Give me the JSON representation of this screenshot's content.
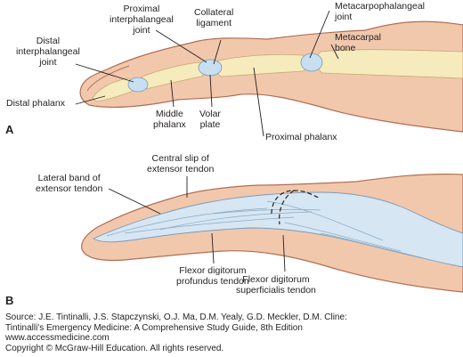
{
  "panel_a": {
    "letter": "A",
    "labels": {
      "proximal_ip_joint": [
        "Proximal",
        "interphalangeal",
        "joint"
      ],
      "collateral_ligament": [
        "Collateral",
        "ligament"
      ],
      "mcp_joint": [
        "Metacarpophalangeal",
        "joint"
      ],
      "distal_ip_joint": [
        "Distal",
        "interphalangeal",
        "joint"
      ],
      "metacarpal_bone": [
        "Metacarpal",
        "bone"
      ],
      "distal_phalanx": "Distal phalanx",
      "middle_phalanx": [
        "Middle",
        "phalanx"
      ],
      "volar_plate": [
        "Volar",
        "plate"
      ],
      "proximal_phalanx": "Proximal phalanx"
    }
  },
  "panel_b": {
    "letter": "B",
    "labels": {
      "central_slip": [
        "Central slip of",
        "extensor tendon"
      ],
      "lateral_band": [
        "Lateral band of",
        "extensor tendon"
      ],
      "fdp_tendon": [
        "Flexor digitorum",
        "profundus tendon"
      ],
      "fds_tendon": [
        "Flexor digitorum",
        "superficialis tendon"
      ]
    }
  },
  "source": [
    "Source: J.E. Tintinalli, J.S. Stapczynski, O.J. Ma, D.M. Yealy, G.D. Meckler, D.M. Cline:",
    "Tintinalli's Emergency Medicine: A Comprehensive Study Guide, 8th Edition",
    "www.accessmedicine.com",
    "Copyright © McGraw-Hill Education.  All rights reserved."
  ],
  "colors": {
    "skin_fill": "#f2c8ad",
    "skin_outline": "#b06e55",
    "bone_fill": "#f6ebbd",
    "ligament_fill": "#c7dff0",
    "tendon_fill": "#d6e6f3",
    "leader": "#231f20"
  }
}
